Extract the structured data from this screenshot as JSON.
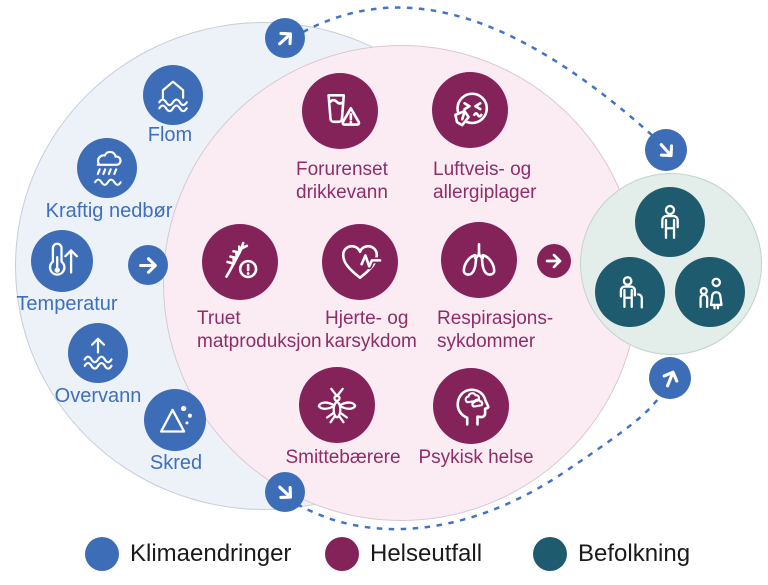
{
  "colors": {
    "climate": "#3e6db7",
    "health": "#84235a",
    "population": "#1f5b6e",
    "climate_text": "#3e6fbe",
    "health_text": "#8f2d66",
    "dashed_path": "#4273c4",
    "climate_zone_bg": "#edf2f9",
    "health_zone_bg": "#fbecf4",
    "population_zone_bg": "#e3edea"
  },
  "climate": {
    "items": [
      {
        "label": "Flom",
        "icon": "flood-icon"
      },
      {
        "label": "Kraftig nedbør",
        "icon": "heavy-rain-icon"
      },
      {
        "label": "Temperatur",
        "icon": "temperature-icon"
      },
      {
        "label": "Overvann",
        "icon": "surface-water-icon"
      },
      {
        "label": "Skred",
        "icon": "landslide-icon"
      }
    ]
  },
  "health": {
    "items": [
      {
        "line1": "Forurenset",
        "line2": "drikkevann",
        "icon": "contaminated-water-icon"
      },
      {
        "line1": "Luftveis- og",
        "line2": "allergiplager",
        "icon": "sneeze-icon"
      },
      {
        "line1": "Truet",
        "line2": "matproduksjon",
        "icon": "threatened-food-icon"
      },
      {
        "line1": "Hjerte- og",
        "line2": "karsykdom",
        "icon": "heart-disease-icon"
      },
      {
        "line1": "Respirasjons-",
        "line2": "sykdommer",
        "icon": "lungs-icon"
      },
      {
        "label": "Smittebærere",
        "icon": "mosquito-icon"
      },
      {
        "label": "Psykisk helse",
        "icon": "mental-health-icon"
      }
    ]
  },
  "population": {
    "icons": [
      "adult-icon",
      "elderly-icon",
      "parent-child-icon"
    ]
  },
  "legend": {
    "items": [
      {
        "label": "Klimaendringer",
        "color": "#3e6db7"
      },
      {
        "label": "Helseutfall",
        "color": "#84235a"
      },
      {
        "label": "Befolkning",
        "color": "#1f5b6e"
      }
    ]
  }
}
